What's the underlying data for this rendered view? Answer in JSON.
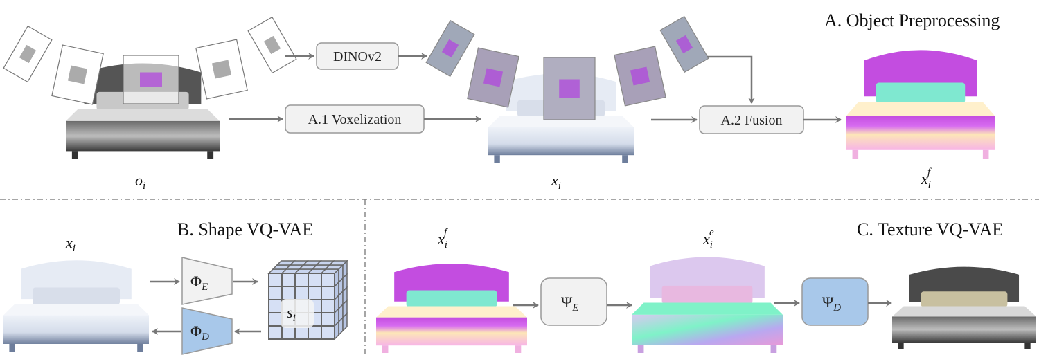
{
  "sections": {
    "a_title": "A. Object Preprocessing",
    "b_title": "B. Shape VQ-VAE",
    "c_title": "C. Texture VQ-VAE"
  },
  "boxes": {
    "dino": "DINOv2",
    "voxelization": "A.1 Voxelization",
    "fusion": "A.2 Fusion"
  },
  "symbols": {
    "o_i": {
      "base": "o",
      "sub": "i"
    },
    "x_i": {
      "base": "x",
      "sub": "i"
    },
    "x_i_f": {
      "base": "x",
      "sub": "i",
      "sup": "f"
    },
    "x_i_e": {
      "base": "x",
      "sub": "i",
      "sup": "e"
    },
    "s_i": {
      "base": "s",
      "sub": "i"
    },
    "phi_e": {
      "base": "Φ",
      "sub": "E"
    },
    "phi_d": {
      "base": "Φ",
      "sub": "D"
    },
    "psi_e": {
      "base": "Ψ",
      "sub": "E"
    },
    "psi_d": {
      "base": "Ψ",
      "sub": "D"
    }
  },
  "colors": {
    "arrow": "#777777",
    "box_fill": "#f2f2f2",
    "box_stroke": "#999999",
    "decoder_fill": "#a8c8ea",
    "codebook_fill": "#d6e0f5"
  }
}
